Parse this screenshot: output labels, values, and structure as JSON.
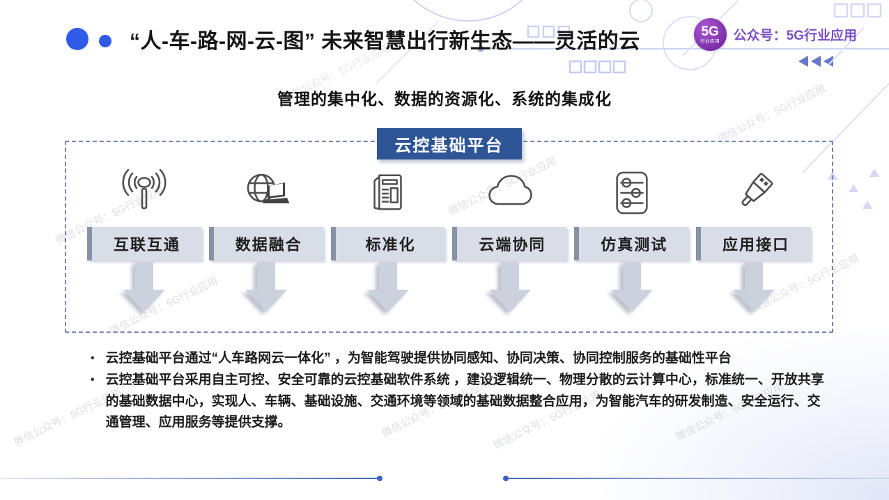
{
  "slide": {
    "title": "“人-车-路-网-云-图” 未来智慧出行新生态——灵活的云",
    "subtitle": "管理的集中化、数据的资源化、系统的集成化"
  },
  "brand": {
    "badge_main": "5G",
    "badge_sub": "行业应用",
    "account_label": "公众号：5G行业应用",
    "badge_color": "#7A2BA6",
    "text_color": "#7B4FC6"
  },
  "platform": {
    "header": "云控基础平台",
    "header_bg": "#2E5596",
    "border_color": "#7386AD",
    "label_bg": "#D8DDE7",
    "label_bar_color": "#8792A6",
    "arrow_color": "#CBD1DD",
    "items": [
      {
        "label": "互联互通",
        "icon": "antenna-icon"
      },
      {
        "label": "数据融合",
        "icon": "globe-laptop-icon"
      },
      {
        "label": "标准化",
        "icon": "document-icon"
      },
      {
        "label": "云端协同",
        "icon": "cloud-icon"
      },
      {
        "label": "仿真测试",
        "icon": "sliders-icon"
      },
      {
        "label": "应用接口",
        "icon": "usb-plug-icon"
      }
    ]
  },
  "bullets": [
    {
      "marker": "•",
      "text": "云控基础平台通过“人车路网云一体化” ，为智能驾驶提供协同感知、协同决策、协同控制服务的基础性平台"
    },
    {
      "marker": "•",
      "text": "云控基础平台采用自主可控、安全可靠的云控基础软件系统 ，建设逻辑统一、物理分散的云计算中心，标准统一、开放共享的基础数据中心，实现人、车辆、基础设施、交通环境等领域的基础数据整合应用，为智能汽车的研发制造、安全运行、交通管理、应用服务等提供支撑。"
    }
  ],
  "watermark": {
    "text": "微信公众号：5G行业应用"
  },
  "colors": {
    "title_dot": "#2F5BE8",
    "footer_line": "#3A62C0"
  }
}
